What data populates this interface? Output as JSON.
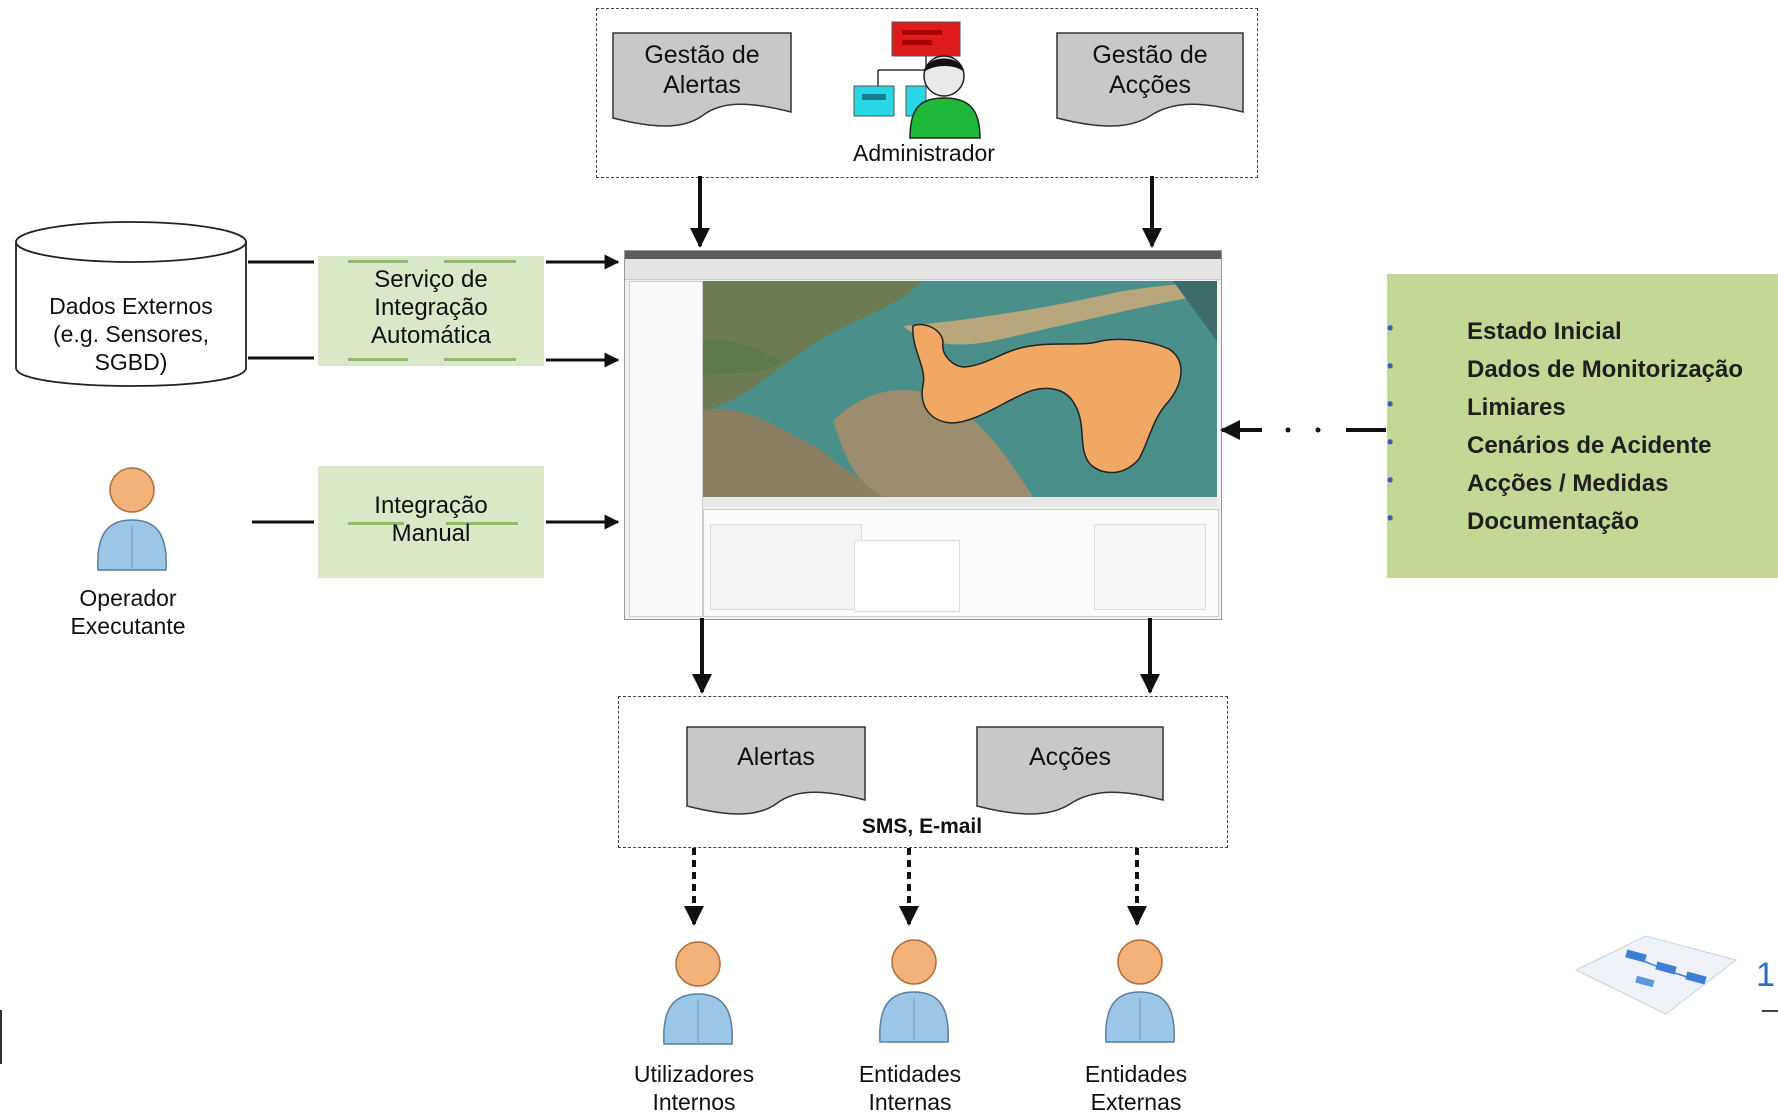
{
  "admin_box": {
    "gestao_alertas": "Gestão de\nAlertas",
    "gestao_alertas_l1": "Gestão de",
    "gestao_alertas_l2": "Alertas",
    "gestao_accoes_l1": "Gestão de",
    "gestao_accoes_l2": "Acções",
    "administrador": "Administrador"
  },
  "left": {
    "dados_externos_l1": "Dados Externos",
    "dados_externos_l2": "(e.g. Sensores,",
    "dados_externos_l3": "SGBD)",
    "servico_l1": "Serviço de",
    "servico_l2": "Integração",
    "servico_l3": "Automática",
    "integracao_l1": "Integração",
    "integracao_l2": "Manual",
    "operador_l1": "Operador",
    "operador_l2": "Executante"
  },
  "right_panel": {
    "items": [
      "Estado Inicial",
      "Dados de Monitorização",
      "Limiares",
      "Cenários de Acidente",
      "Acções / Medidas",
      "Documentação"
    ]
  },
  "output_box": {
    "alertas": "Alertas",
    "accoes": "Acções",
    "channels": "SMS, E-mail"
  },
  "recipients": {
    "r1_l1": "Utilizadores",
    "r1_l2": "Internos",
    "r2_l1": "Entidades",
    "r2_l2": "Internas",
    "r3_l1": "Entidades",
    "r3_l2": "Externas"
  },
  "slide": {
    "page_number": "1"
  },
  "colors": {
    "green_box": "#d9e8c6",
    "list_panel": "#c4d895",
    "doc_fill": "#c8c8c8",
    "person_blue": "#9cc7e6",
    "person_head": "#f2b27a",
    "plume": "#f2a865"
  }
}
